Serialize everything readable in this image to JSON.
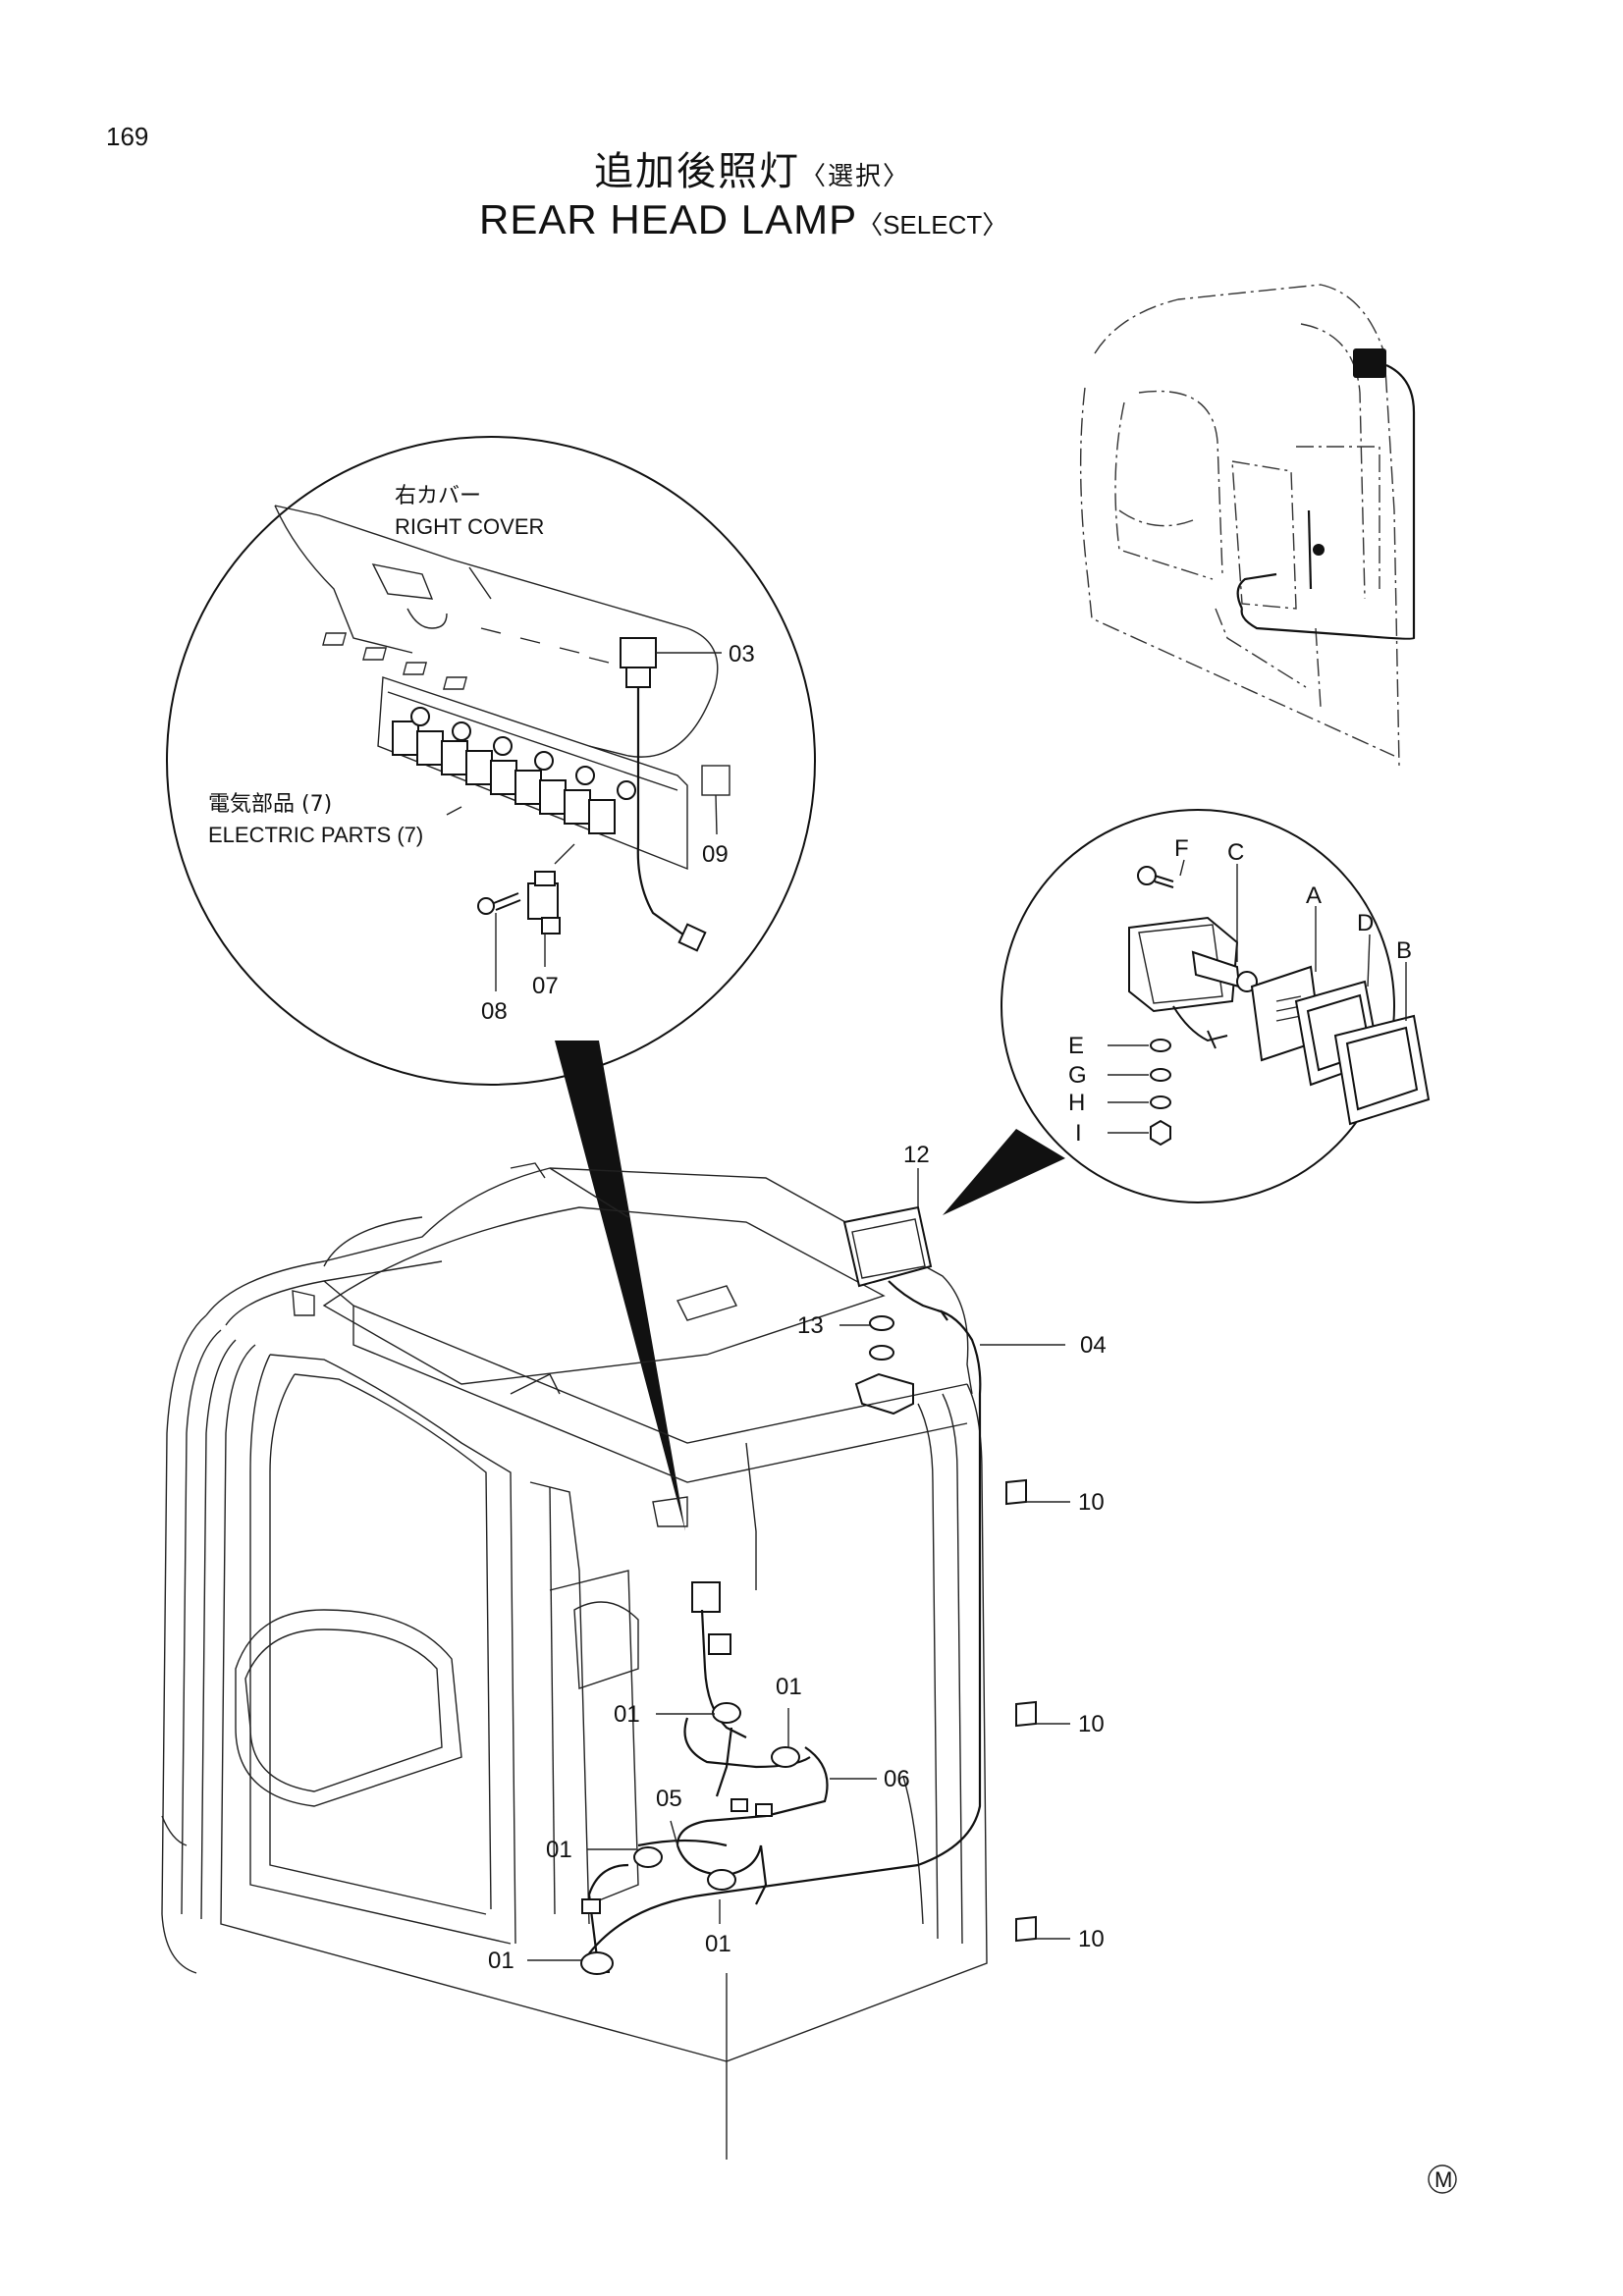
{
  "page_number": "169",
  "title": {
    "jp_main": "追加後照灯",
    "jp_sub": "〈選択〉",
    "en_main": "REAR  HEAD  LAMP",
    "en_sub": "〈SELECT〉"
  },
  "callouts": {
    "right_cover_jp": "右カバー",
    "right_cover_en": "RIGHT  COVER",
    "electric_parts_jp": "電気部品 (7)",
    "electric_parts_en": "ELECTRIC  PARTS (7)"
  },
  "part_labels": {
    "p01a": "01",
    "p01b": "01",
    "p01c": "01",
    "p01d": "01",
    "p01e": "01",
    "p03": "03",
    "p04": "04",
    "p05": "05",
    "p06": "06",
    "p07": "07",
    "p08": "08",
    "p09": "09",
    "p10a": "10",
    "p10b": "10",
    "p10c": "10",
    "p12": "12",
    "p13": "13"
  },
  "lamp_labels": {
    "A": "A",
    "B": "B",
    "C": "C",
    "D": "D",
    "E": "E",
    "F": "F",
    "G": "G",
    "H": "H",
    "I": "I"
  },
  "mark": "M"
}
